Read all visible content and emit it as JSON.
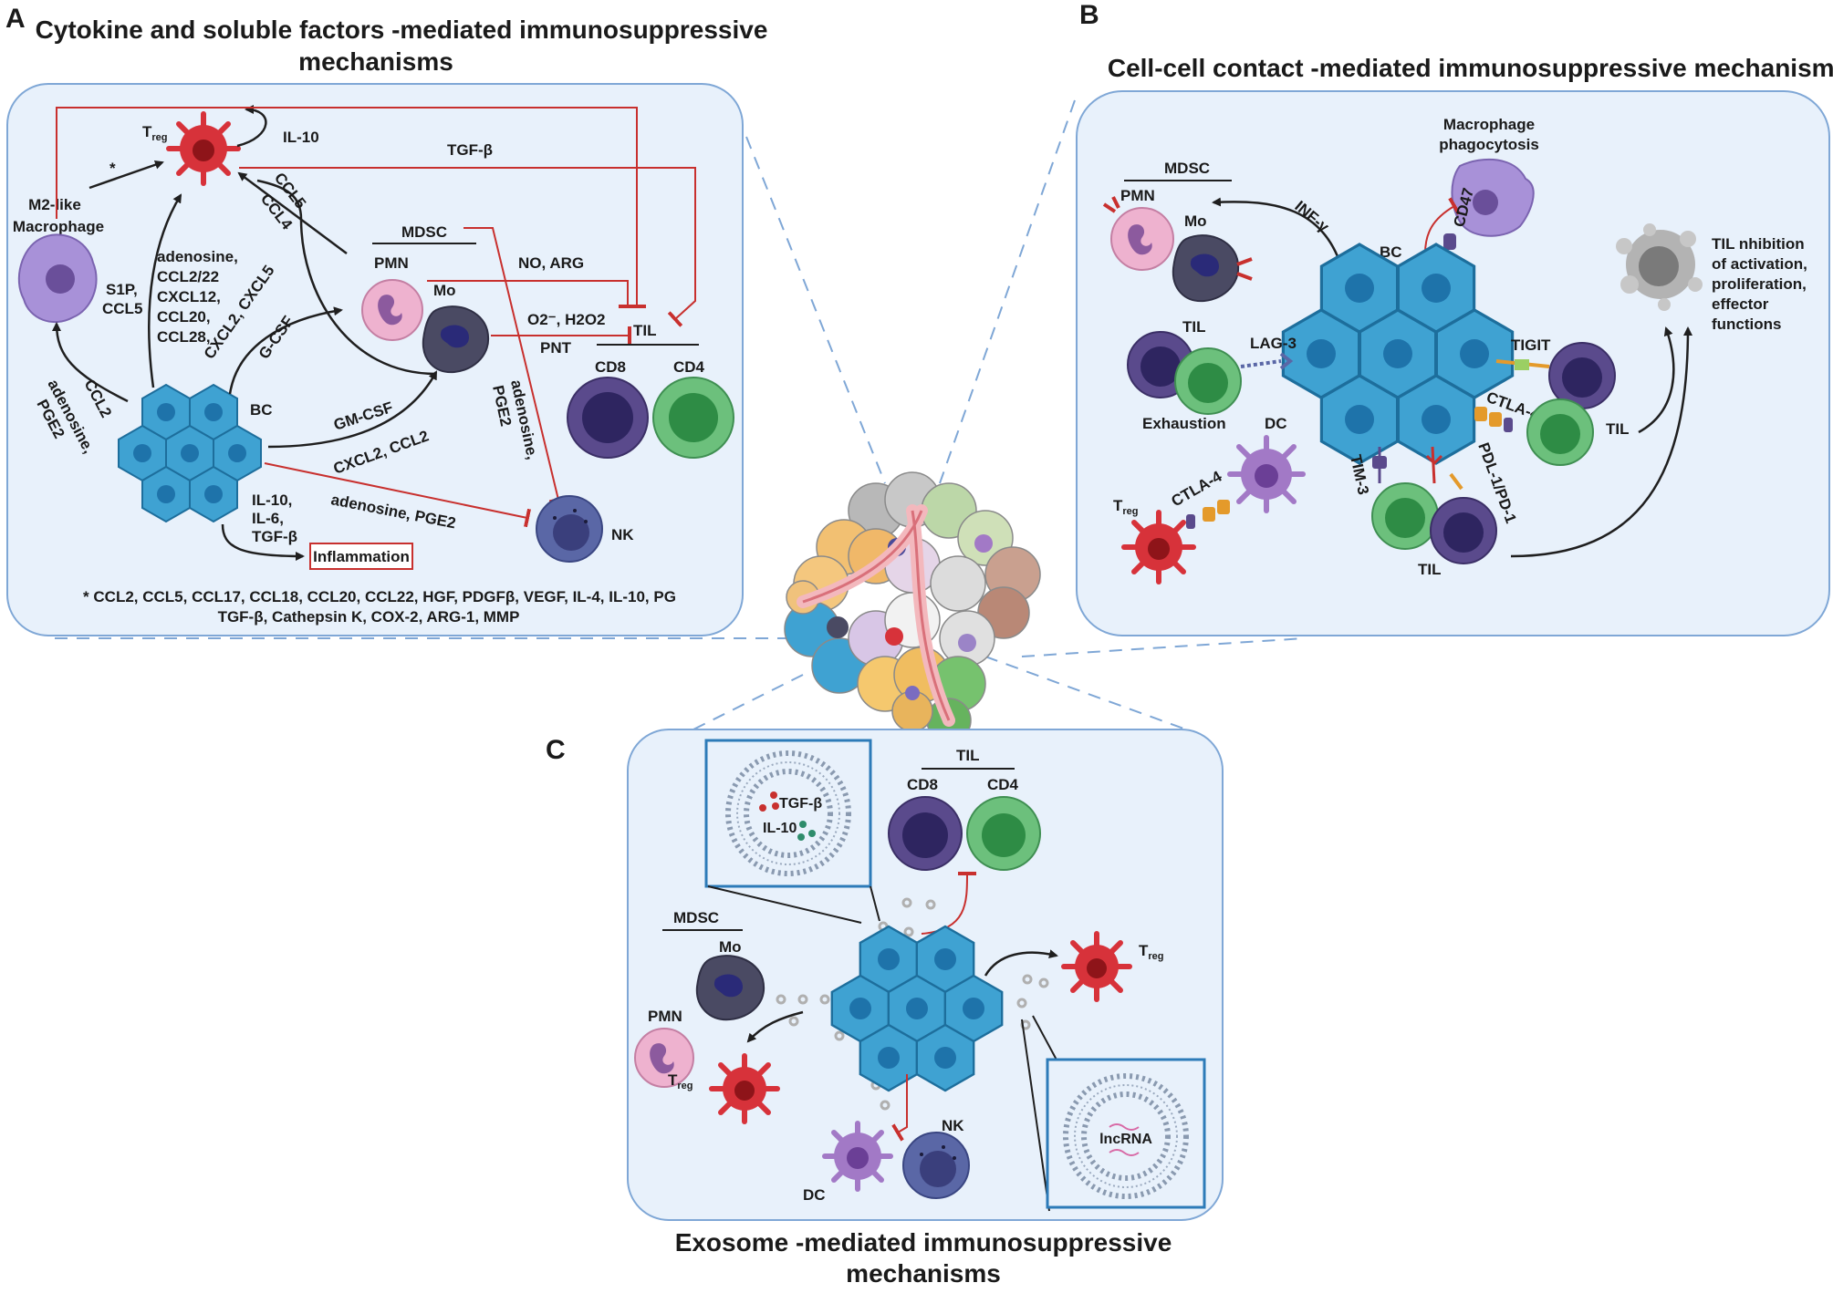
{
  "colors": {
    "panel_fill": "#e8f1fb",
    "panel_stroke": "#7fa7d6",
    "bc_cell": "#3fa2d2",
    "bc_nucleus": "#1e73aa",
    "treg": "#d7323a",
    "pmn": "#eeb2cf",
    "mo": "#4a4a63",
    "cd8": "#5a4a8c",
    "cd4": "#6cc07c",
    "nk": "#5a67a6",
    "dc": "#a279c6",
    "macrophage": "#a891d8",
    "inhibition": "#c8302e",
    "activation": "#1f1f1f"
  },
  "panel_a": {
    "letter": "A",
    "title_line1": "Cytokine and soluble factors -mediated immunosuppressive",
    "title_line2": "mechanisms",
    "treg": "T",
    "treg_sub": "reg",
    "il10_loop": "IL-10",
    "tgfb": "TGF-β",
    "asterisk": "*",
    "m2_line1": "M2-like",
    "m2_line2": "Macrophage",
    "s1p": "S1P,",
    "ccl5_a": "CCL5",
    "factors": [
      "adenosine,",
      "CCL2/22",
      "CXCL12,",
      "CCL20,",
      "CCL28,"
    ],
    "ccl5_b": "CCL5",
    "ccl4": "CCL4",
    "mdsc": "MDSC",
    "pmn": "PMN",
    "mo": "Mo",
    "no_arg": "NO, ARG",
    "o2_h2o2": "O2⁻, H2O2",
    "pnt": "PNT",
    "til": "TIL",
    "cd8": "CD8",
    "cd4": "CD4",
    "cxcl_pmn": "CXCL2, CXCL5",
    "gcsf": "G-CSF",
    "ccl2_left": "CCL2",
    "adenosine_pge2_left_1": "adenosine,",
    "adenosine_pge2_left_2": "PGE2",
    "bc": "BC",
    "gmcsf": "GM-CSF",
    "cxcl2_ccl2": "CXCL2, CCL2",
    "adenosine_pge2_nk_1": "adenosine,",
    "adenosine_pge2_nk_2": "PGE2",
    "adenosine_pge2_bc": "adenosine, PGE2",
    "nk": "NK",
    "il_list": [
      "IL-10,",
      "IL-6,",
      "TGF-β"
    ],
    "inflammation": "Inflammation",
    "footnote_line1": "* CCL2, CCL5, CCL17, CCL18, CCL20, CCL22, HGF, PDGFβ, VEGF, IL-4, IL-10, PG",
    "footnote_line2": "TGF-β, Cathepsin K, COX-2, ARG-1, MMP"
  },
  "panel_b": {
    "letter": "B",
    "title": "Cell-cell contact -mediated immunosuppressive mechanisms",
    "mdsc": "MDSC",
    "pmn": "PMN",
    "mo": "Mo",
    "infg": "INF-γ",
    "macrophage_line1": "Macrophage",
    "macrophage_line2": "phagocytosis",
    "cd47": "CD47",
    "bc": "BC",
    "til_inhibition": [
      "TIL  nhibition",
      "of activation,",
      "proliferation,",
      "effector",
      "functions"
    ],
    "til_top": "TIL",
    "lag3": "LAG-3",
    "exhaustion": "Exhaustion",
    "tigit": "TIGIT",
    "ctla4_right": "CTLA-4",
    "til_right": "TIL",
    "dc": "DC",
    "treg": "T",
    "treg_sub": "reg",
    "ctla4_left": "CTLA-4",
    "tim3": "TIM-3",
    "pdl1": "PDL-1/PD-1",
    "til_bottom": "TIL"
  },
  "panel_c": {
    "letter": "C",
    "title_line1": "Exosome -mediated immunosuppressive",
    "title_line2": "mechanisms",
    "tgfb": "TGF-β",
    "il10": "IL-10",
    "til": "TIL",
    "cd8": "CD8",
    "cd4": "CD4",
    "mdsc": "MDSC",
    "mo": "Mo",
    "pmn": "PMN",
    "treg_left": "T",
    "treg_left_sub": "reg",
    "treg_right": "T",
    "treg_right_sub": "reg",
    "nk": "NK",
    "dc": "DC",
    "lncrna": "lncRNA"
  }
}
